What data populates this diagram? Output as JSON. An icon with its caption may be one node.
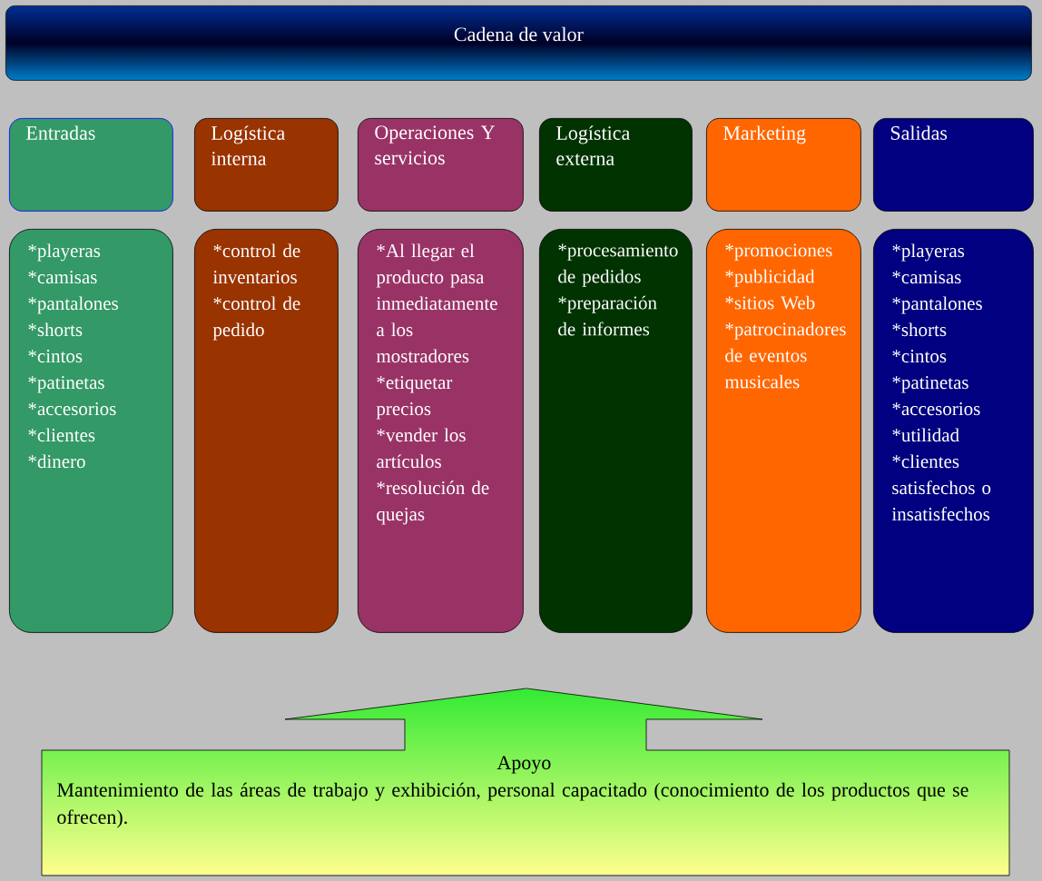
{
  "diagram": {
    "nodes": [
      {
        "text": [
          "Cadena de valor"
        ]
      },
      {
        "text": [
          "Entradas"
        ]
      },
      {
        "text": [
          "Logística interna"
        ]
      },
      {
        "text": [
          "Operaciones Y servicios"
        ]
      },
      {
        "text": [
          "Logística externa"
        ]
      },
      {
        "text": [
          "Marketing"
        ]
      },
      {
        "text": [
          "Salidas"
        ]
      },
      {
        "text": [
          "*playeras",
          "*camisas",
          "*pantalones",
          "*shorts",
          "*cintos",
          "*patinetas",
          "*accesorios",
          "*clientes",
          "*dinero"
        ]
      },
      {
        "text": [
          "*control de inventarios",
          "*control de pedido"
        ]
      },
      {
        "text": [
          "*Al llegar el producto pasa inmediatamente a los mostradores",
          "*etiquetar precios",
          "*vender los artículos",
          "*resolución de quejas"
        ]
      },
      {
        "text": [
          "*procesamiento de pedidos",
          "*preparación de informes"
        ]
      },
      {
        "text": [
          "*promociones",
          "*publicidad",
          "*sitios Web",
          "*patrocinadores de eventos musicales"
        ]
      },
      {
        "text": [
          "*playeras",
          "*camisas",
          "*pantalones",
          "*shorts",
          "*cintos",
          "*patinetas",
          "*accesorios",
          "*utilidad",
          "*clientes satisfechos o insatisfechos"
        ]
      },
      {
        "text": [
          "Apoyo",
          "Mantenimiento de las áreas de trabajo y exhibición, personal capacitado (conocimiento de los productos que se ofrecen)."
        ]
      }
    ]
  }
}
